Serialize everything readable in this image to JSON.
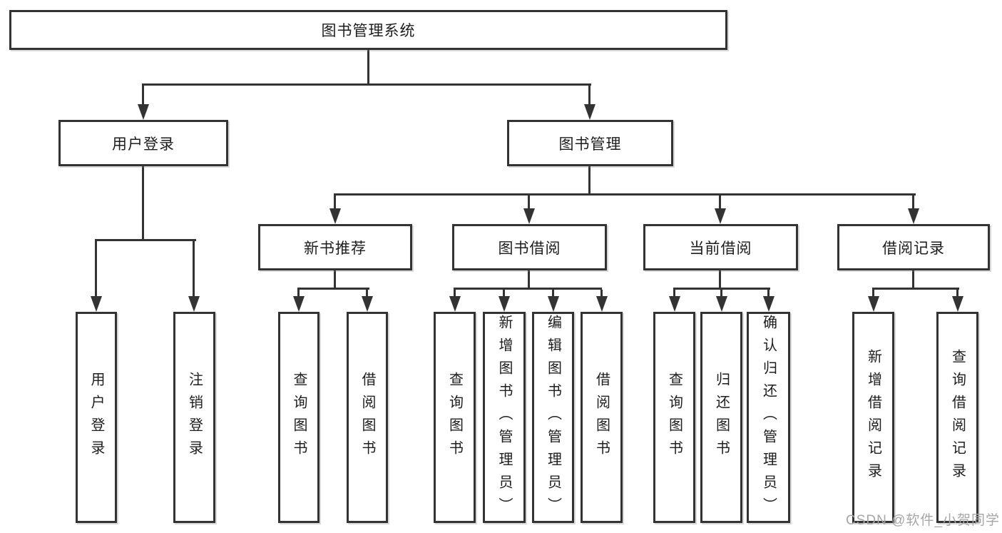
{
  "colors": {
    "line": "#333333",
    "text": "#1d1d1d",
    "watermark": "#a6a6a6",
    "background": "#ffffff"
  },
  "tree": {
    "root": {
      "label": "图书管理系统",
      "children": [
        {
          "label": "用户登录",
          "children": [
            {
              "label": "用户登录"
            },
            {
              "label": "注销登录"
            }
          ]
        },
        {
          "label": "图书管理",
          "children": [
            {
              "label": "新书推荐",
              "children": [
                {
                  "label": "查询图书"
                },
                {
                  "label": "借阅图书"
                }
              ]
            },
            {
              "label": "图书借阅",
              "children": [
                {
                  "label": "查询图书"
                },
                {
                  "label": "新增图书（管理员）"
                },
                {
                  "label": "编辑图书（管理员）"
                },
                {
                  "label": "借阅图书"
                }
              ]
            },
            {
              "label": "当前借阅",
              "children": [
                {
                  "label": "查询图书"
                },
                {
                  "label": "归还图书"
                },
                {
                  "label": "确认归还（管理员）"
                }
              ]
            },
            {
              "label": "借阅记录",
              "children": [
                {
                  "label": "新增借阅记录"
                },
                {
                  "label": "查询借阅记录"
                }
              ]
            }
          ]
        }
      ]
    }
  },
  "watermark": {
    "text": "CSDN @软件_小贺同学"
  }
}
